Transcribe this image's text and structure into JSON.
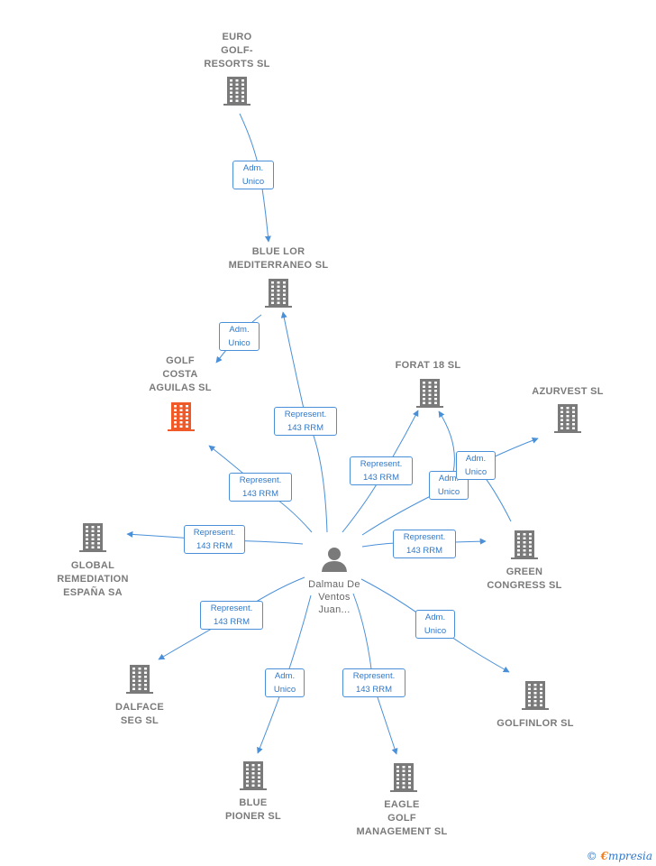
{
  "nodes": [
    {
      "id": "euro",
      "label": "EURO\nGOLF-\nRESORTS  SL",
      "type": "company",
      "color": "#7a7a7a"
    },
    {
      "id": "bluelor",
      "label": "BLUE LOR\nMEDITERRANEO SL",
      "type": "company",
      "color": "#7a7a7a"
    },
    {
      "id": "golfcosta",
      "label": "GOLF\nCOSTA\nAGUILAS  SL",
      "type": "company",
      "color": "#f05a28"
    },
    {
      "id": "forat",
      "label": "FORAT 18 SL",
      "type": "company",
      "color": "#7a7a7a"
    },
    {
      "id": "azurvest",
      "label": "AZURVEST SL",
      "type": "company",
      "color": "#7a7a7a"
    },
    {
      "id": "global",
      "label": "GLOBAL\nREMEDIATION\nESPAÑA SA",
      "type": "company",
      "color": "#7a7a7a"
    },
    {
      "id": "green",
      "label": "GREEN\nCONGRESS SL",
      "type": "company",
      "color": "#7a7a7a"
    },
    {
      "id": "person",
      "label": "Dalmau De\nVentos\nJuan...",
      "type": "person",
      "color": "#7a7a7a"
    },
    {
      "id": "dalface",
      "label": "DALFACE\nSEG  SL",
      "type": "company",
      "color": "#7a7a7a"
    },
    {
      "id": "golfinlor",
      "label": "GOLFINLOR SL",
      "type": "company",
      "color": "#7a7a7a"
    },
    {
      "id": "bluepioner",
      "label": "BLUE\nPIONER SL",
      "type": "company",
      "color": "#7a7a7a"
    },
    {
      "id": "eagle",
      "label": "EAGLE\nGOLF\nMANAGEMENT SL",
      "type": "company",
      "color": "#7a7a7a"
    }
  ],
  "edges": [
    {
      "id": "e1",
      "from": "euro",
      "to": "bluelor",
      "label": "Adm.\nUnico"
    },
    {
      "id": "e2",
      "from": "bluelor",
      "to": "golfcosta",
      "label": "Adm.\nUnico"
    },
    {
      "id": "e3",
      "from": "person",
      "to": "bluelor",
      "label": "Represent.\n143 RRM"
    },
    {
      "id": "e4",
      "from": "person",
      "to": "golfcosta",
      "label": "Represent.\n143 RRM"
    },
    {
      "id": "e5",
      "from": "person",
      "to": "global",
      "label": "Represent.\n143 RRM"
    },
    {
      "id": "e6",
      "from": "person",
      "to": "forat",
      "label": "Represent.\n143 RRM"
    },
    {
      "id": "e7",
      "from": "person",
      "to": "forat",
      "label": "Adm.\nUnico"
    },
    {
      "id": "e8",
      "from": "green",
      "to": "azurvest",
      "label": "Adm.\nUnico"
    },
    {
      "id": "e9",
      "from": "person",
      "to": "green",
      "label": "Represent.\n143 RRM"
    },
    {
      "id": "e10",
      "from": "person",
      "to": "dalface",
      "label": "Represent.\n143 RRM"
    },
    {
      "id": "e11",
      "from": "person",
      "to": "golfinlor",
      "label": "Adm.\nUnico"
    },
    {
      "id": "e12",
      "from": "person",
      "to": "bluepioner",
      "label": "Adm.\nUnico"
    },
    {
      "id": "e13",
      "from": "person",
      "to": "eagle",
      "label": "Represent.\n143 RRM"
    }
  ],
  "colors": {
    "edge": "#4a90d9",
    "icon": "#7a7a7a",
    "highlight": "#f05a28"
  },
  "footer": {
    "copyright": "©",
    "brand_e": "€",
    "brand_rest": "mpresia"
  }
}
